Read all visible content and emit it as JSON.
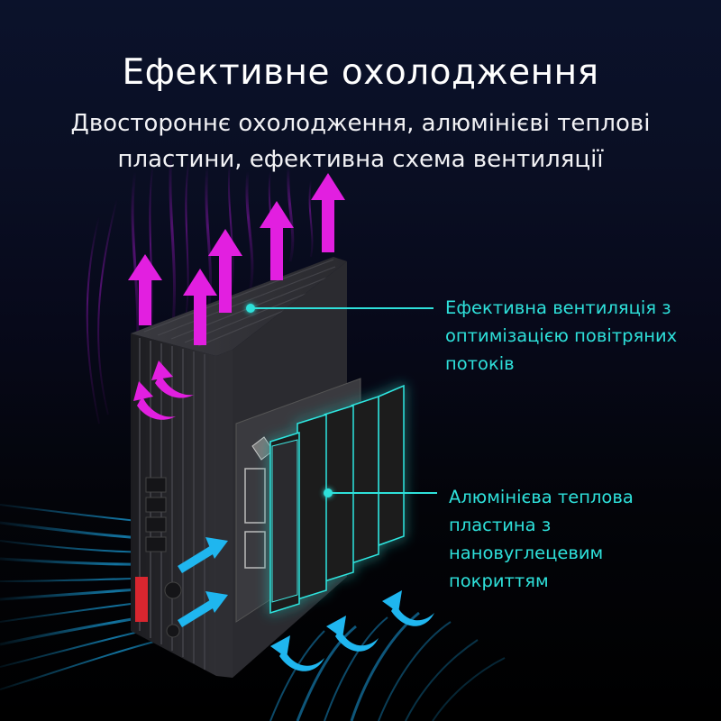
{
  "header": {
    "title": "Ефективне охолодження",
    "subtitle_line1": "Двостороннє охолодження, алюмінієві теплові",
    "subtitle_line2": "пластини, ефективна схема вентиляції"
  },
  "callouts": [
    {
      "line1": "Ефективна вентиляція з",
      "line2": "оптимізацією повітряних",
      "line3": "потоків"
    },
    {
      "line1": "Алюмінієва теплова",
      "line2": "пластина з",
      "line3": "нановуглецевим",
      "line4": "покриттям"
    }
  ],
  "colors": {
    "background_top": "#0b122b",
    "background_bottom": "#000000",
    "title_text": "#ffffff",
    "callout_text": "#2ee0da",
    "hot_air_arrows": "#e21fe0",
    "cool_air_arrows": "#1fb6ef",
    "heatsink_glow": "#2fe6e0",
    "device_body": "#2a2a2e"
  },
  "icons": {
    "hot_air_arrow": "arrow-up-icon",
    "cool_air_arrow": "arrow-curved-icon"
  }
}
